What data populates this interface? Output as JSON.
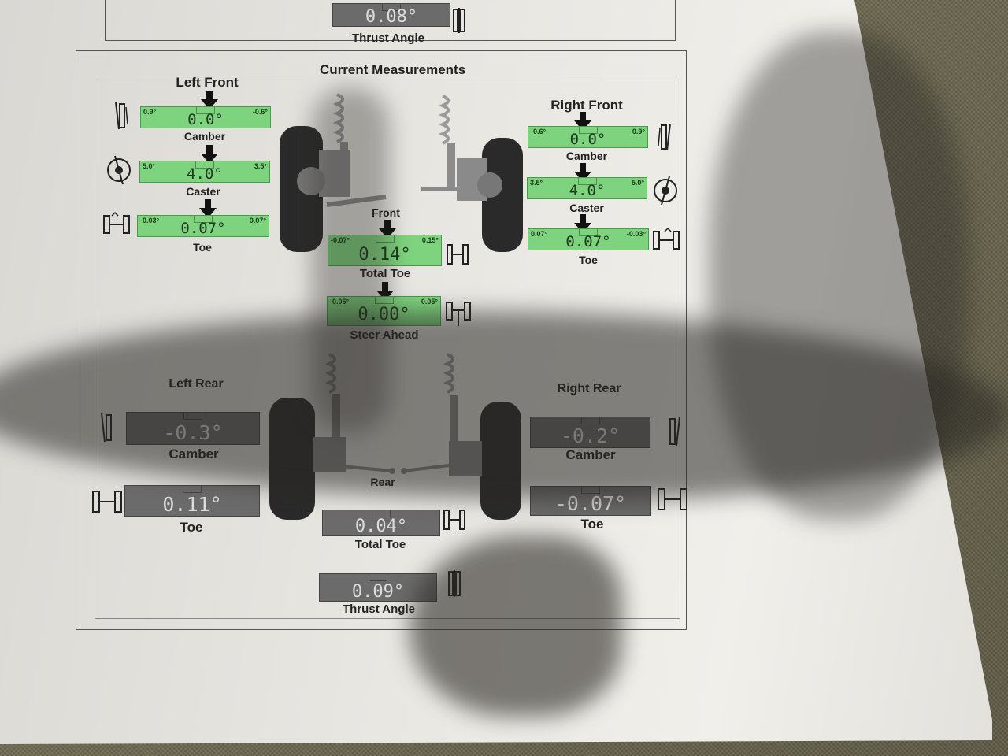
{
  "top_section": {
    "thrust_angle_value": "0.08°",
    "thrust_angle_label": "Thrust Angle"
  },
  "title": "Current Measurements",
  "left_front": {
    "heading": "Left Front",
    "camber": {
      "label": "Camber",
      "value": "0.0°",
      "min": "0.9°",
      "max": "-0.6°"
    },
    "caster": {
      "label": "Caster",
      "value": "4.0°",
      "min": "5.0°",
      "max": "3.5°"
    },
    "toe": {
      "label": "Toe",
      "value": "0.07°",
      "min": "-0.03°",
      "max": "0.07°"
    }
  },
  "right_front": {
    "heading": "Right Front",
    "camber": {
      "label": "Camber",
      "value": "0.0°",
      "min": "-0.6°",
      "max": "0.9°"
    },
    "caster": {
      "label": "Caster",
      "value": "4.0°",
      "min": "3.5°",
      "max": "5.0°"
    },
    "toe": {
      "label": "Toe",
      "value": "0.07°",
      "min": "0.07°",
      "max": "-0.03°"
    }
  },
  "front": {
    "label": "Front",
    "total_toe": {
      "label": "Total Toe",
      "value": "0.14°",
      "min": "-0.07°",
      "max": "0.15°"
    },
    "steer_ahead": {
      "label": "Steer Ahead",
      "value": "0.00°",
      "min": "-0.05°",
      "max": "0.05°"
    }
  },
  "left_rear": {
    "heading": "Left Rear",
    "camber": {
      "label": "Camber",
      "value": "-0.3°"
    },
    "toe": {
      "label": "Toe",
      "value": "0.11°"
    }
  },
  "right_rear": {
    "heading": "Right Rear",
    "camber": {
      "label": "Camber",
      "value": "-0.2°"
    },
    "toe": {
      "label": "Toe",
      "value": "-0.07°"
    }
  },
  "rear": {
    "label": "Rear",
    "total_toe": {
      "label": "Total Toe",
      "value": "0.04°"
    },
    "thrust_angle": {
      "label": "Thrust Angle",
      "value": "0.09°"
    }
  }
}
